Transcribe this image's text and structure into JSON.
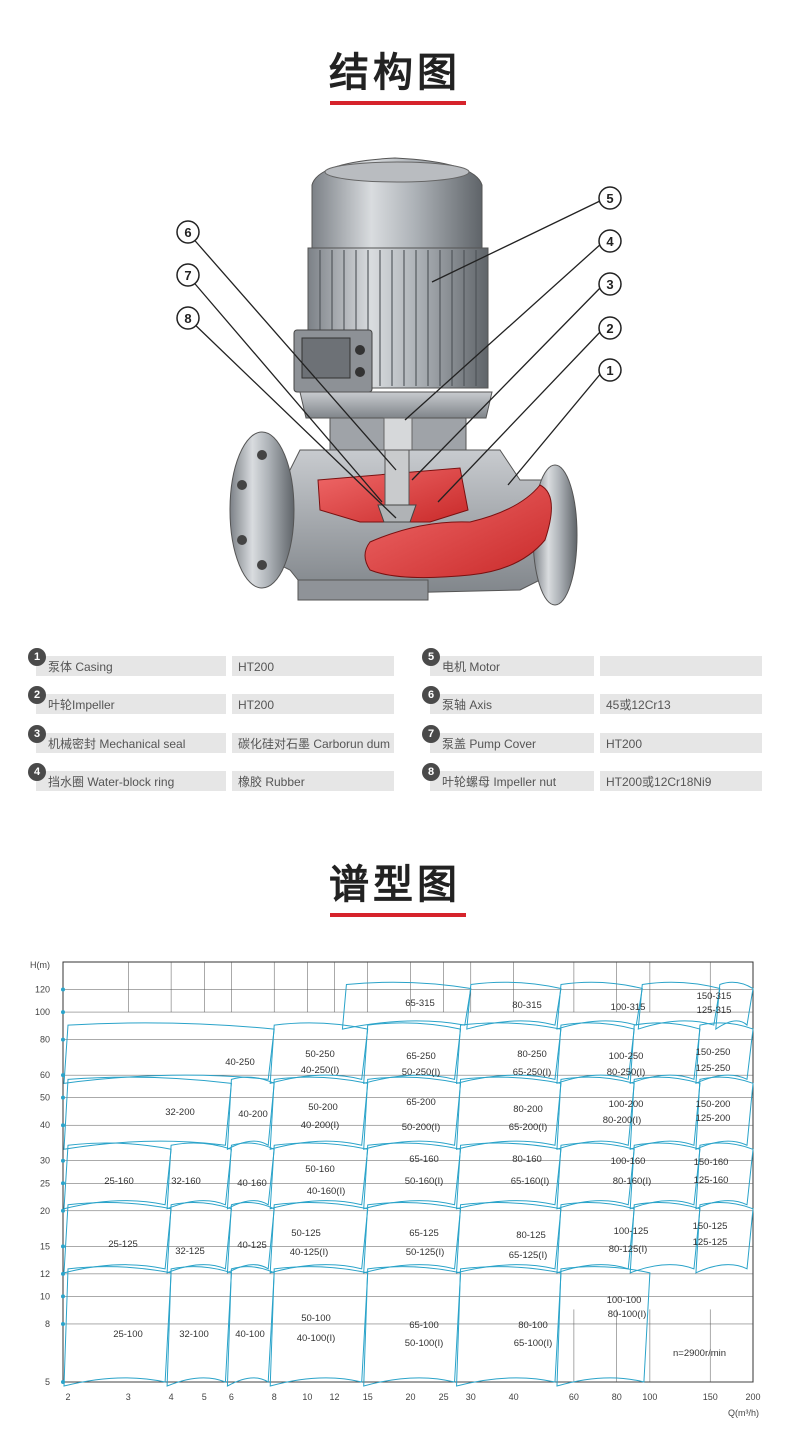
{
  "structure_section": {
    "title": "结构图"
  },
  "pump_callouts": [
    "5",
    "4",
    "3",
    "2",
    "1",
    "6",
    "7",
    "8"
  ],
  "parts": [
    {
      "num": "1",
      "name": "泵体 Casing",
      "material": "HT200"
    },
    {
      "num": "2",
      "name": "叶轮Impeller",
      "material": "HT200"
    },
    {
      "num": "3",
      "name": "机械密封 Mechanical seal",
      "material": "碳化硅对石墨 Carborun dum"
    },
    {
      "num": "4",
      "name": "挡水圈 Water-block ring",
      "material": "橡胶 Rubber"
    },
    {
      "num": "5",
      "name": "电机 Motor",
      "material": ""
    },
    {
      "num": "6",
      "name": "泵轴 Axis",
      "material": "45或12Cr13"
    },
    {
      "num": "7",
      "name": "泵盖 Pump Cover",
      "material": "HT200"
    },
    {
      "num": "8",
      "name": "叶轮螺母 Impeller nut",
      "material": "HT200或12Cr18Ni9"
    }
  ],
  "spectrum_section": {
    "title": "谱型图"
  },
  "chart_data": {
    "type": "pump-performance-spectrum",
    "ylabel": "H(m)",
    "xlabel": "Q(m³/h)",
    "y_ticks": [
      "120",
      "100",
      "80",
      "60",
      "50",
      "40",
      "30",
      "25",
      "20",
      "15",
      "12",
      "10",
      "8",
      "5"
    ],
    "x_ticks": [
      "2",
      "3",
      "4",
      "5",
      "6",
      "8",
      "10",
      "12",
      "15",
      "20",
      "25",
      "30",
      "40",
      "60",
      "80",
      "100",
      "150",
      "200"
    ],
    "speed_note": "n=2900r/min",
    "accent_color": "#2aa3c9",
    "zone_labels": [
      "65-315",
      "80-315",
      "100-315",
      "150-315",
      "125-315",
      "40-250",
      "50-250",
      "40-250(I)",
      "65-250",
      "50-250(I)",
      "80-250",
      "65-250(I)",
      "100-250",
      "80-250(I)",
      "150-250",
      "125-250",
      "32-200",
      "40-200",
      "50-200",
      "40-200(I)",
      "65-200",
      "50-200(I)",
      "80-200",
      "65-200(I)",
      "100-200",
      "80-200(I)",
      "150-200",
      "125-200",
      "25-160",
      "32-160",
      "40-160",
      "50-160",
      "40-160(I)",
      "65-160",
      "50-160(I)",
      "80-160",
      "65-160(I)",
      "100-160",
      "80-160(I)",
      "150-160",
      "125-160",
      "25-125",
      "32-125",
      "40-125",
      "50-125",
      "40-125(I)",
      "65-125",
      "50-125(I)",
      "80-125",
      "65-125(I)",
      "100-125",
      "80-125(I)",
      "150-125",
      "125-125",
      "25-100",
      "32-100",
      "40-100",
      "50-100",
      "40-100(I)",
      "65-100",
      "50-100(I)",
      "80-100",
      "65-100(I)",
      "100-100",
      "80-100(I)"
    ]
  }
}
